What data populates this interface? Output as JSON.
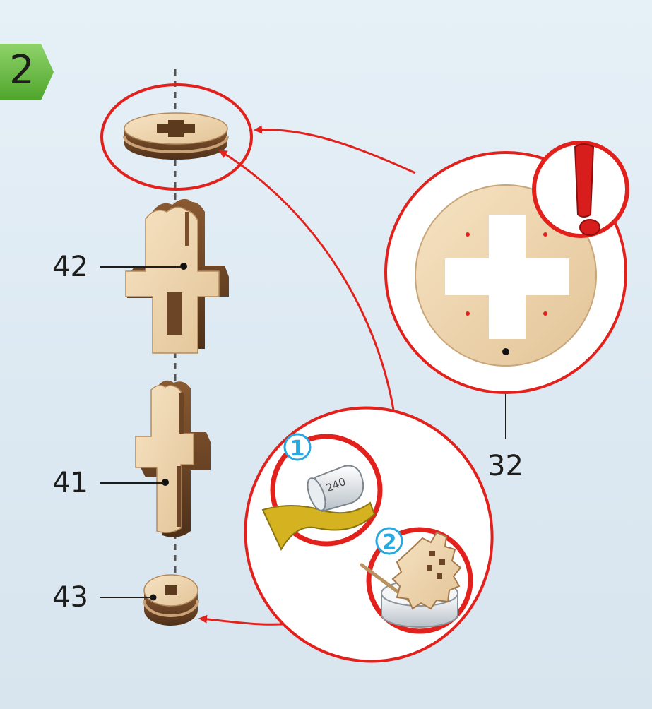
{
  "step": {
    "number": "2",
    "color": "#5aa832"
  },
  "parts": {
    "p42": {
      "label": "42"
    },
    "p41": {
      "label": "41"
    },
    "p43": {
      "label": "43"
    },
    "p32": {
      "label": "32"
    }
  },
  "callouts": {
    "sandpaper": {
      "badge": "1",
      "grit": "240"
    },
    "glue": {
      "badge": "2"
    }
  },
  "colors": {
    "highlight": "#e3211c",
    "badge_blue": "#28a9df",
    "wood_light": "#f0d7b0",
    "wood_dark": "#6b4526"
  },
  "icons": {
    "warning": "exclamation-icon",
    "sandpaper": "sandpaper-icon",
    "glue": "glue-pot-icon"
  }
}
